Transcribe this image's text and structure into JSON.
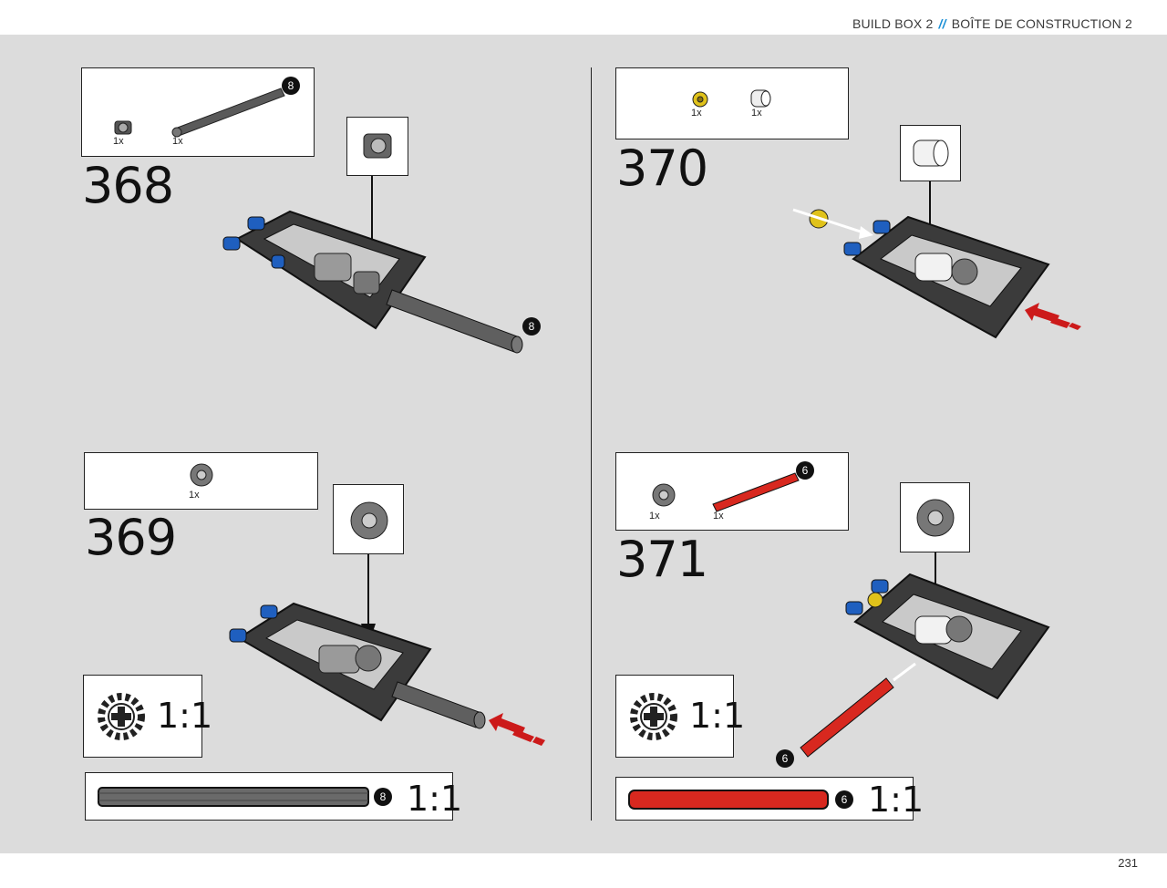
{
  "header": {
    "left": "BUILD BOX 2",
    "separator": "//",
    "right": "BOÎTE DE CONSTRUCTION 2"
  },
  "page_number": "231",
  "steps": [
    {
      "number": "368",
      "parts": [
        {
          "qty": "1x"
        },
        {
          "qty": "1x"
        }
      ],
      "axle_length": "8",
      "callout_length": "8"
    },
    {
      "number": "369",
      "parts": [
        {
          "qty": "1x"
        }
      ],
      "ratio_gear": "1:1",
      "ratio_axle": "1:1",
      "axle_length": "8"
    },
    {
      "number": "370",
      "parts": [
        {
          "qty": "1x"
        },
        {
          "qty": "1x"
        }
      ]
    },
    {
      "number": "371",
      "parts": [
        {
          "qty": "1x"
        },
        {
          "qty": "1x"
        }
      ],
      "axle_length": "6",
      "callout_length": "6",
      "ratio_gear": "1:1",
      "ratio_axle": "1:1",
      "ratio_axle_length": "6"
    }
  ],
  "colors": {
    "axle_red": "#d8281f",
    "axle_gray": "#6a6a6a",
    "pin_blue": "#1f5fbf",
    "bush_yellow": "#e0c21a",
    "accent_blue": "#1a8fd6",
    "arrow_red": "#cc1a1a"
  }
}
